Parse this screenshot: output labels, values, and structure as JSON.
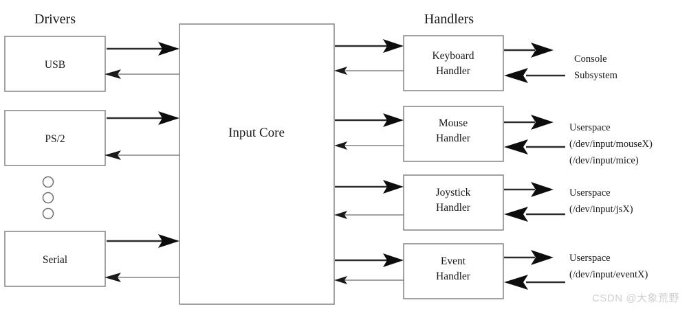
{
  "diagram": {
    "title_left": "Drivers",
    "title_right": "Handlers",
    "core": {
      "label": "Input Core"
    },
    "drivers": [
      {
        "label": "USB"
      },
      {
        "label": "PS/2"
      },
      {
        "label": "Serial"
      }
    ],
    "ellipsis_glyph": "vertical-dots",
    "handlers": [
      {
        "line1": "Keyboard",
        "line2": "Handler"
      },
      {
        "line1": "Mouse",
        "line2": "Handler"
      },
      {
        "line1": "Joystick",
        "line2": "Handler"
      },
      {
        "line1": "Event",
        "line2": "Handler"
      }
    ],
    "endpoints": [
      {
        "lines": [
          "Console",
          "Subsystem"
        ]
      },
      {
        "lines": [
          "Userspace",
          "(/dev/input/mouseX)",
          "(/dev/input/mice)"
        ]
      },
      {
        "lines": [
          "Userspace",
          "(/dev/input/jsX)"
        ]
      },
      {
        "lines": [
          "Userspace",
          "(/dev/input/eventX)"
        ]
      }
    ],
    "colors": {
      "box_stroke": "#8a8a8a",
      "arrow_thick": "#2b2b2b",
      "arrow_thin": "#6b6b6b",
      "text": "#171717",
      "background": "#ffffff",
      "watermark": "#cfcfcf"
    }
  },
  "watermark": {
    "text": "CSDN @大象荒野"
  }
}
